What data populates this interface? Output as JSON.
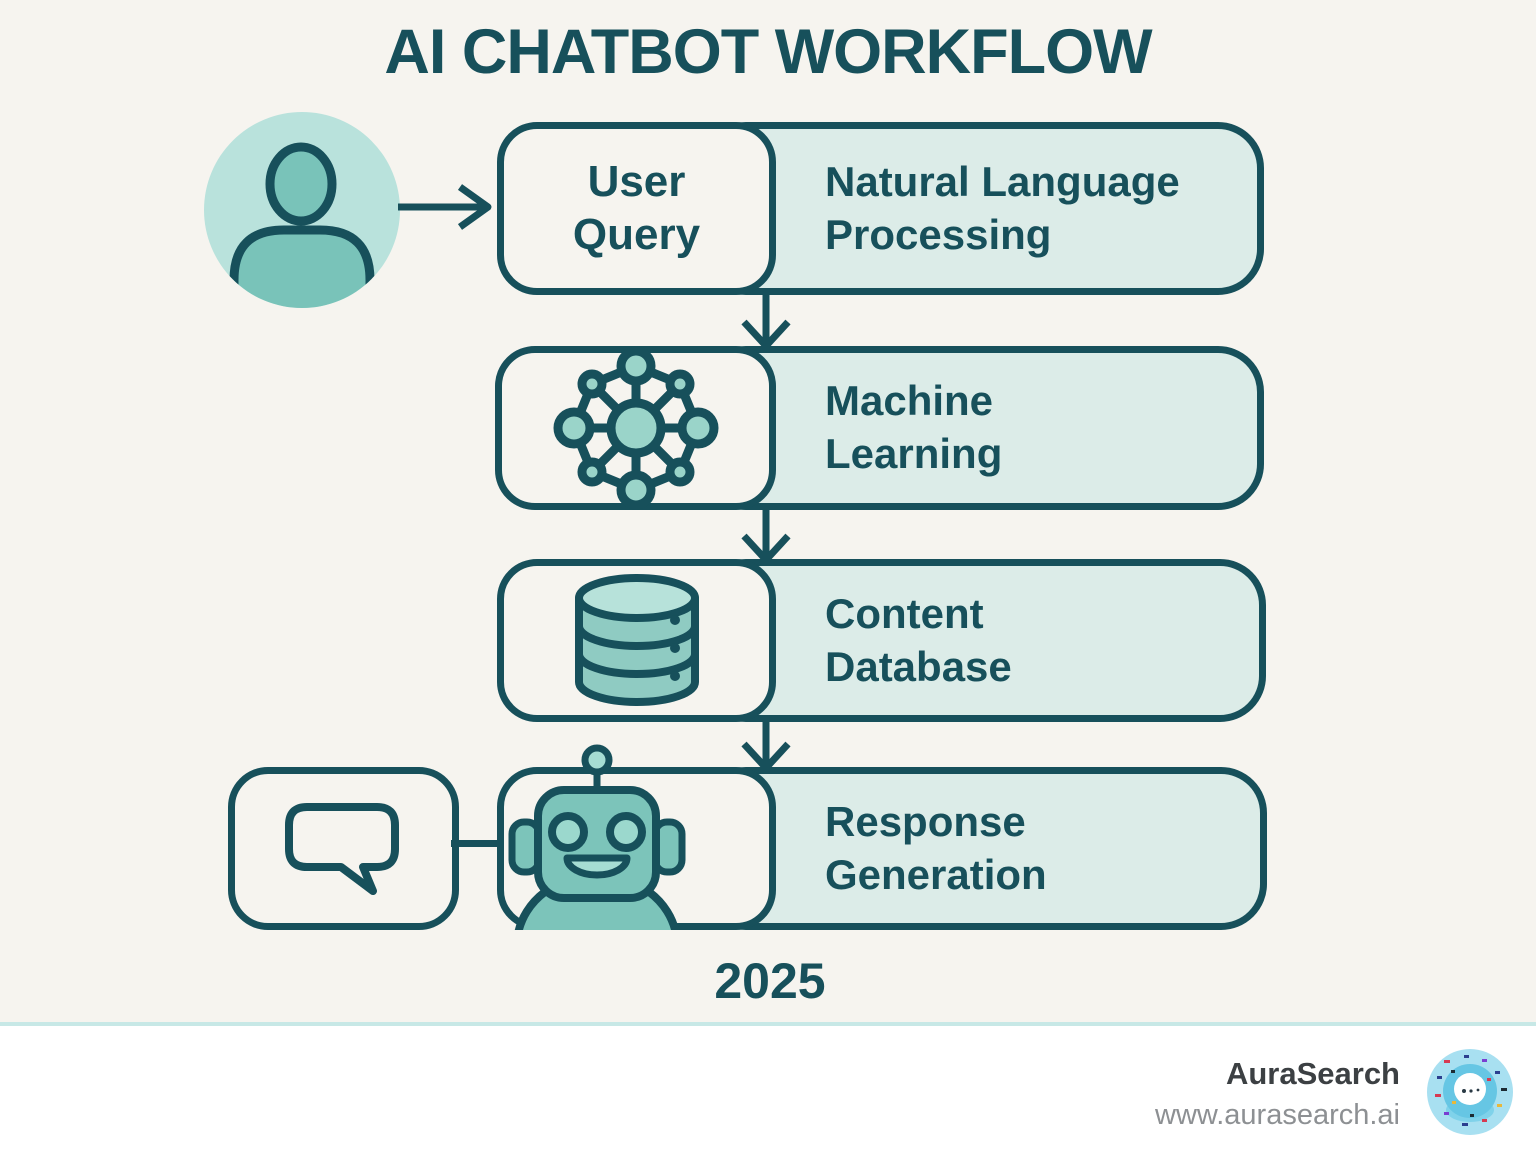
{
  "title": "AI CHATBOT WORKFLOW",
  "year": "2025",
  "colors": {
    "background": "#f6f4ef",
    "outline_dark_teal": "#17505b",
    "box_tint": "#dcece8",
    "teal_mid": "#7cc4ba",
    "teal_light": "#b9e2dc",
    "divider": "#c7e8e6"
  },
  "workflow": {
    "input_icon": "user-avatar-icon",
    "steps": [
      {
        "box_label": "User Query",
        "box_lines": [
          "User",
          "Query"
        ],
        "label": "Natural Language Processing",
        "lines": [
          "Natural Language",
          "Processing"
        ],
        "icon": "none"
      },
      {
        "label": "Machine Learning",
        "lines": [
          "Machine",
          "Learning"
        ],
        "icon": "network-icon"
      },
      {
        "label": "Content Database",
        "lines": [
          "Content",
          "Database"
        ],
        "icon": "database-icon"
      },
      {
        "label": "Response Generation",
        "lines": [
          "Response",
          "Generation"
        ],
        "icon": "robot-icon"
      }
    ],
    "output_icon": "chat-bubble-icon"
  },
  "footer": {
    "brand": "AuraSearch",
    "url": "www.aurasearch.ai",
    "logo": "aura-logo"
  }
}
